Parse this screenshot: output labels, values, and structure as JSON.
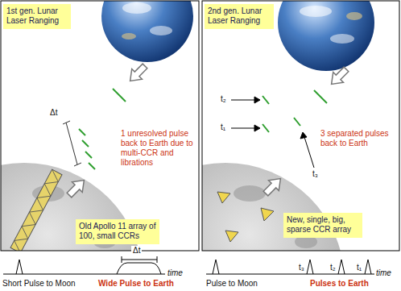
{
  "diagram": {
    "nodes": [
      {
        "text": [
          "1st gen. Lunar Laser Ranging"
        ]
      },
      {
        "text": [
          "Old Apollo 11 array of 100, small CCRs"
        ]
      },
      {
        "text": [
          "2nd gen. Lunar Laser Ranging"
        ]
      },
      {
        "text": [
          "New, single, big, sparse CCR array"
        ]
      }
    ],
    "labels": [
      "Δt",
      "1 unresolved pulse back to Earth due to multi-CCR and librations",
      "Δt",
      "time",
      "Short Pulse to Moon",
      "Wide Pulse to Earth",
      "t₂",
      "t₁",
      "3 separated pulses back to Earth",
      "t₃",
      "t₃",
      "t₂",
      "t₁",
      "time",
      "Pulse to Moon",
      "Pulses to Earth"
    ]
  }
}
